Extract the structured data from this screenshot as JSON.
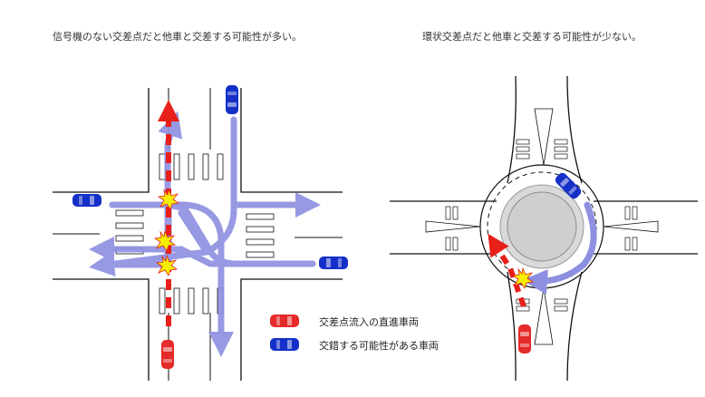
{
  "captions": {
    "left": "信号機のない交差点だと他車と交差する可能性が多い。",
    "right": "環状交差点だと他車と交差する可能性が少ない。"
  },
  "legend": {
    "red_label": "交差点流入の直進車両",
    "blue_label": "交錯する可能性がある車両"
  },
  "colors": {
    "red_car": "#e52a2a",
    "blue_car": "#1530c8",
    "flow_arrow": "#8d8fe0",
    "red_path": "#e8201a",
    "conflict_star": "#f5f000"
  },
  "icons": [
    "red-car-icon",
    "blue-car-icon",
    "conflict-point-icon"
  ]
}
